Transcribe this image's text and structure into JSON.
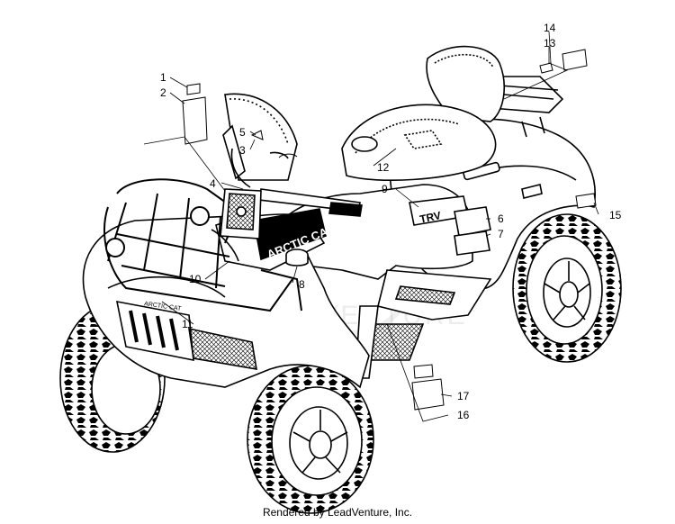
{
  "diagram": {
    "callouts": [
      "1",
      "2",
      "3",
      "4",
      "5",
      "6",
      "7",
      "8",
      "10",
      "11",
      "12",
      "13",
      "14",
      "15",
      "16",
      "17",
      "9"
    ],
    "decal_text": {
      "hood": "ARCTIC CAT",
      "side": "TRV",
      "grille": "ARCTIC CAT"
    },
    "watermark": "LEADVENTURE"
  },
  "footer": {
    "rendered_by": "Rendered by LeadVenture, Inc."
  }
}
